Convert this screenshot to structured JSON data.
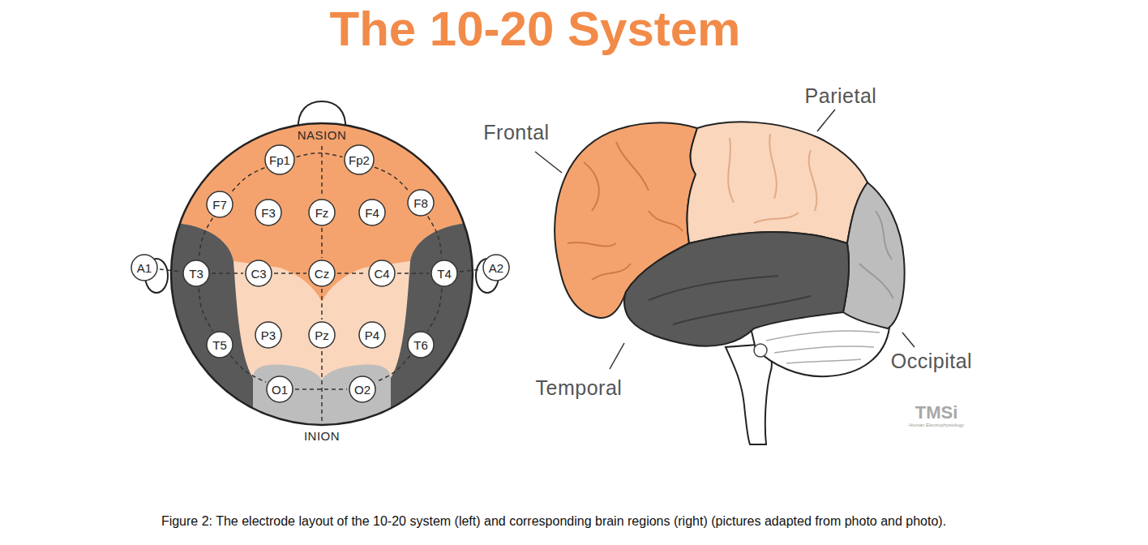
{
  "diagram": {
    "title": "The 10-20 System",
    "caption": "Figure 2: The electrode layout of the 10-20 system (left) and corresponding brain regions (right) (pictures adapted from photo and photo).",
    "nodes": [
      {
        "text": [
          "Fp1"
        ]
      },
      {
        "text": [
          "Fp2"
        ]
      },
      {
        "text": [
          "F7"
        ]
      },
      {
        "text": [
          "F3"
        ]
      },
      {
        "text": [
          "Fz"
        ]
      },
      {
        "text": [
          "F4"
        ]
      },
      {
        "text": [
          "F8"
        ]
      },
      {
        "text": [
          "A1"
        ]
      },
      {
        "text": [
          "T3"
        ]
      },
      {
        "text": [
          "C3"
        ]
      },
      {
        "text": [
          "Cz"
        ]
      },
      {
        "text": [
          "C4"
        ]
      },
      {
        "text": [
          "T4"
        ]
      },
      {
        "text": [
          "A2"
        ]
      },
      {
        "text": [
          "T5"
        ]
      },
      {
        "text": [
          "P3"
        ]
      },
      {
        "text": [
          "Pz"
        ]
      },
      {
        "text": [
          "P4"
        ]
      },
      {
        "text": [
          "T6"
        ]
      },
      {
        "text": [
          "O1"
        ]
      },
      {
        "text": [
          "O2"
        ]
      }
    ],
    "edges": [
      {
        "from": 0,
        "to": 1,
        "arrow": "none"
      },
      {
        "from": 0,
        "to": 2,
        "arrow": "none"
      },
      {
        "from": 2,
        "to": 8,
        "arrow": "none"
      },
      {
        "from": 8,
        "to": 14,
        "arrow": "none"
      },
      {
        "from": 14,
        "to": 19,
        "arrow": "none"
      },
      {
        "from": 19,
        "to": 20,
        "arrow": "none"
      },
      {
        "from": 1,
        "to": 6,
        "arrow": "none"
      },
      {
        "from": 6,
        "to": 12,
        "arrow": "none"
      },
      {
        "from": 12,
        "to": 18,
        "arrow": "none"
      },
      {
        "from": 18,
        "to": 20,
        "arrow": "none"
      },
      {
        "from": 7,
        "to": 8,
        "arrow": "none"
      },
      {
        "from": 8,
        "to": 9,
        "arrow": "none"
      },
      {
        "from": 9,
        "to": 10,
        "arrow": "none"
      },
      {
        "from": 10,
        "to": 11,
        "arrow": "none"
      },
      {
        "from": 11,
        "to": 12,
        "arrow": "none"
      },
      {
        "from": 12,
        "to": 13,
        "arrow": "none"
      },
      {
        "from": 4,
        "to": 10,
        "arrow": "none"
      },
      {
        "from": 10,
        "to": 16,
        "arrow": "none"
      }
    ],
    "labels": [
      "NASION",
      "INION",
      "Frontal",
      "Parietal",
      "Temporal",
      "Occipital",
      "TMSi",
      "Human Electrophysiology"
    ]
  }
}
